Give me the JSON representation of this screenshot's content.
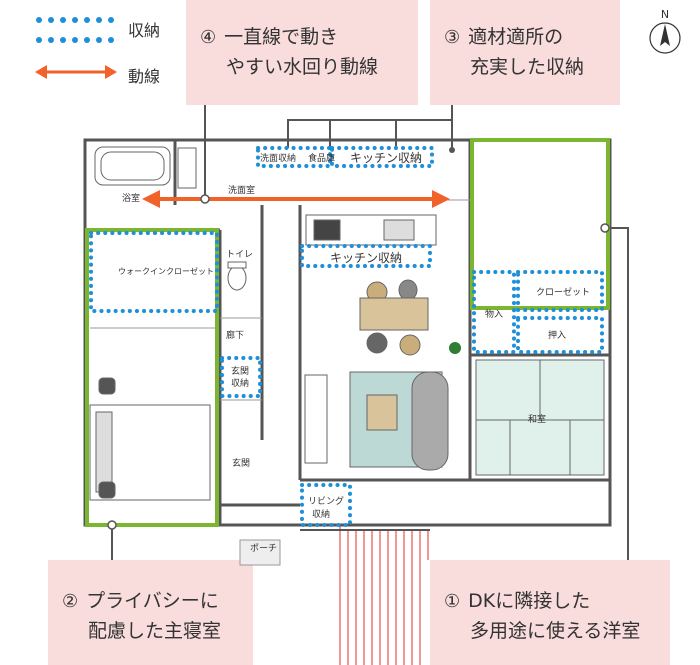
{
  "legend": {
    "storage_label": "収納",
    "flow_label": "動線",
    "storage_color": "#1e8fd8",
    "flow_color": "#f0622a"
  },
  "compass": {
    "north": "N"
  },
  "callouts": [
    {
      "num": "④",
      "lines": [
        "一直線で動き",
        "やすい水回り動線"
      ]
    },
    {
      "num": "③",
      "lines": [
        "適材適所の",
        "充実した収納"
      ]
    },
    {
      "num": "②",
      "lines": [
        "プライバシーに",
        "配慮した主寝室"
      ]
    },
    {
      "num": "①",
      "lines": [
        "DKに隣接した",
        "多用途に使える洋室"
      ]
    }
  ],
  "rooms": {
    "washroom_storage": "洗面収納",
    "food_storage": "食品庫",
    "kitchen_storage_top": "キッチン収納",
    "bath": "浴室",
    "washroom": "洗面室",
    "kitchen_storage": "キッチン収納",
    "toilet": "トイレ",
    "walk_in_closet": "ウォークインクローゼット",
    "closet": "クローゼット",
    "storage_room": "物入",
    "oshiire": "押入",
    "corridor": "廊下",
    "entrance_storage_1": "玄関",
    "entrance_storage_2": "収納",
    "washitsu": "和室",
    "entrance": "玄関",
    "living_storage_1": "リビング",
    "living_storage_2": "収納",
    "porch": "ポーチ"
  },
  "colors": {
    "callout_bg": "#f9dcdc",
    "highlight_room": "#7ab62f",
    "wall": "#555555",
    "tatami": "#dff1ea",
    "rug": "#bcd9d6",
    "stairs": "#d9352f"
  }
}
